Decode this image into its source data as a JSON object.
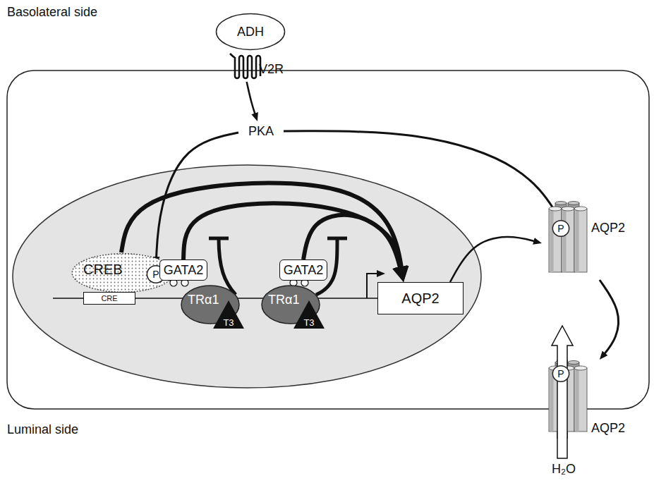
{
  "diagram": {
    "nodes": [
      {
        "text": [
          "ADH"
        ]
      },
      {
        "text": [
          "V2R"
        ]
      },
      {
        "text": [
          "PKA"
        ]
      },
      {
        "text": [
          "AQP2"
        ]
      },
      {
        "text": [
          "P"
        ],
        "in": 3
      },
      {
        "text": [
          "CREB"
        ]
      },
      {
        "text": [
          "P"
        ],
        "in": 5
      },
      {
        "text": [
          "CRE"
        ]
      },
      {
        "text": [
          "GATA2"
        ]
      },
      {
        "text": [
          "TRα1"
        ]
      },
      {
        "text": [
          "T3"
        ],
        "in": 9
      },
      {
        "text": [
          "GATA2"
        ]
      },
      {
        "text": [
          "TRα1"
        ]
      },
      {
        "text": [
          "T3"
        ],
        "in": 12
      },
      {
        "text": [
          "AQP2"
        ]
      },
      {
        "text": [
          "AQP2"
        ]
      },
      {
        "text": [
          "P"
        ],
        "in": 15
      }
    ],
    "edges": [
      {
        "from": 1,
        "to": 2,
        "arrow": "to"
      },
      {
        "from": 2,
        "to": 6,
        "arrow": "to"
      },
      {
        "from": 2,
        "to": 4,
        "arrow": "to"
      },
      {
        "from": 5,
        "to": 14,
        "arrow": "to"
      },
      {
        "from": 8,
        "to": 14,
        "arrow": "to"
      },
      {
        "from": 11,
        "to": 14,
        "arrow": "to"
      },
      {
        "from": 14,
        "to": 3,
        "arrow": "to"
      },
      {
        "from": 3,
        "to": 15,
        "arrow": "to"
      }
    ],
    "labels": [
      "Basolateral side",
      "Luminal side",
      "H₂O"
    ]
  }
}
